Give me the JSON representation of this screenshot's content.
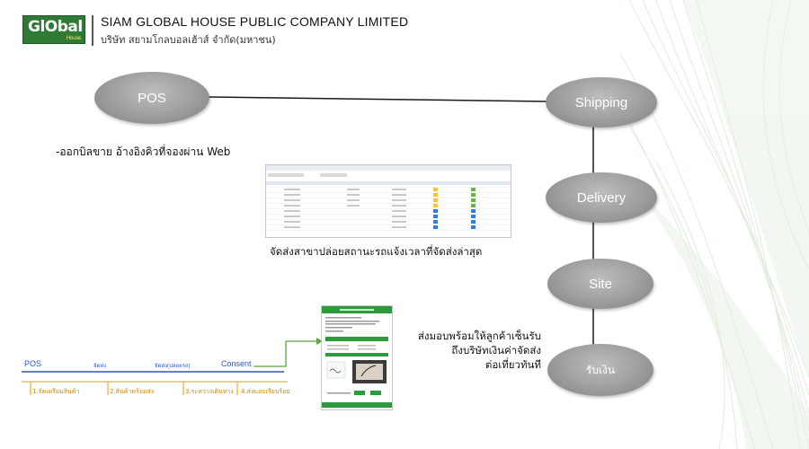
{
  "header": {
    "logo_text": "GlObal",
    "logo_sub": "House",
    "company_en": "SIAM GLOBAL HOUSE PUBLIC COMPANY LIMITED",
    "company_th": "บริษัท สยามโกลบอลเฮ้าส์ จำกัด(มหาชน)"
  },
  "nodes": {
    "pos": "POS",
    "shipping": "Shipping",
    "delivery": "Delivery",
    "site": "Site",
    "collect": "รับเงิน"
  },
  "notes": {
    "pos_note": "-ออกบิลขาย อ้างอิงคิวที่จองผ่าน Web",
    "delivery_note": "จัดส่งสาขาปล่อยสถานะรถแจ้งเวลาที่จัดส่งล่าสุด",
    "site_note_lines": [
      "ส่งมอบพร้อมให้ลูกค้าเซ็นรับ",
      "ถึงบริษัทเงินค่าจัดส่ง",
      "ต่อเที่ยวทันที"
    ]
  },
  "timeline": {
    "top_labels": [
      "POS",
      "จัดส่ง",
      "จัดส่ง(ปล่อยรถ)",
      "Consent"
    ],
    "bottom_labels": [
      "1.จัดเตรียมสินค้า",
      "2.สินค้าพร้อมส่ง",
      "3.ระหว่างเดินทาง",
      "4.ส่งมอบเรียบร้อย"
    ]
  },
  "colors": {
    "node_fill": "#9a9a9a",
    "line": "#1a1a1a",
    "timeline_blue": "#2b57c4",
    "timeline_orange": "#e0a000",
    "arrow_green": "#5aa83c",
    "mobile_green": "#2e9a3e",
    "logo_green": "#2f7a34"
  }
}
